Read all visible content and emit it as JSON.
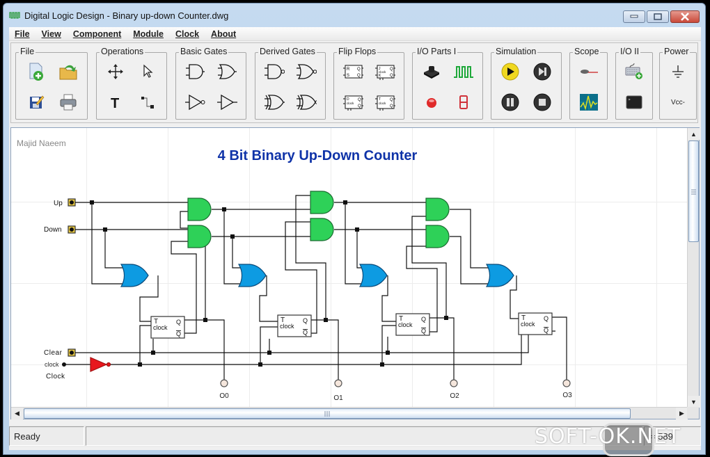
{
  "window": {
    "title": "Digital Logic Design - Binary up-down Counter.dwg",
    "app_icon": "clock-wave-icon",
    "controls": [
      "minimize",
      "maximize",
      "close"
    ]
  },
  "menu": [
    {
      "label": "File",
      "mnemonic": "F"
    },
    {
      "label": "View",
      "mnemonic": "V"
    },
    {
      "label": "Component",
      "mnemonic": "C"
    },
    {
      "label": "Module",
      "mnemonic": "M"
    },
    {
      "label": "Clock",
      "mnemonic": "k"
    },
    {
      "label": "About",
      "mnemonic": "A"
    }
  ],
  "toolbar": {
    "groups": [
      {
        "label": "File",
        "tools": [
          "new-file-icon",
          "open-folder-icon",
          "save-edit-icon",
          "print-icon"
        ]
      },
      {
        "label": "Operations",
        "tools": [
          "move-icon",
          "select-pointer-icon",
          "text-icon",
          "wire-icon"
        ]
      },
      {
        "label": "Basic Gates",
        "tools": [
          "and-gate-icon",
          "or-gate-icon",
          "not-gate-icon",
          "buffer-gate-icon"
        ]
      },
      {
        "label": "Derived Gates",
        "tools": [
          "nand-gate-icon",
          "nor-gate-icon",
          "xor-gate-icon",
          "xnor-gate-icon"
        ]
      },
      {
        "label": "Flip Flops",
        "tools": [
          "sr-flipflop-icon",
          "jk-flipflop-icon",
          "d-flipflop-icon",
          "t-flipflop-icon"
        ]
      },
      {
        "label": "I/O Parts I",
        "tools": [
          "push-button-icon",
          "clock-source-icon",
          "led-icon",
          "seven-segment-icon"
        ]
      },
      {
        "label": "Simulation",
        "tools": [
          "play-icon",
          "step-icon",
          "pause-icon",
          "stop-icon"
        ]
      },
      {
        "label": "Scope",
        "tools": [
          "probe-icon",
          "oscilloscope-icon"
        ]
      },
      {
        "label": "I/O II",
        "tools": [
          "add-keyboard-icon",
          "terminal-icon"
        ]
      },
      {
        "label": "Power",
        "tools": [
          "ground-icon",
          "vcc-icon"
        ]
      }
    ],
    "vcc_label": "Vcc-",
    "ff_labels": {
      "r": "R",
      "s": "S",
      "q": "Q",
      "j": "J",
      "k": "K",
      "d": "D",
      "t": "T",
      "clock": "clock"
    }
  },
  "diagram": {
    "author": "Majid Naeem",
    "title": "4 Bit Binary Up-Down Counter",
    "inputs": {
      "up": "Up",
      "down": "Down",
      "clear": "Clear",
      "clock_pin": "clock",
      "clock_name": "Clock"
    },
    "flipflop": {
      "t": "T",
      "clock": "clock",
      "q": "Q",
      "qbar": "Q"
    },
    "outputs": [
      "O0",
      "O1",
      "O2",
      "O3"
    ],
    "colors": {
      "and_gate": "#2ed158",
      "or_gate": "#0d9be2",
      "not_gate": "#e8181e",
      "title": "#0f33a8",
      "output_led": "#f5e6dc",
      "input_pin": "#e6c640"
    }
  },
  "status": {
    "text": "Ready",
    "coords": "= 589"
  },
  "watermark": "SOFT-OK.NET"
}
